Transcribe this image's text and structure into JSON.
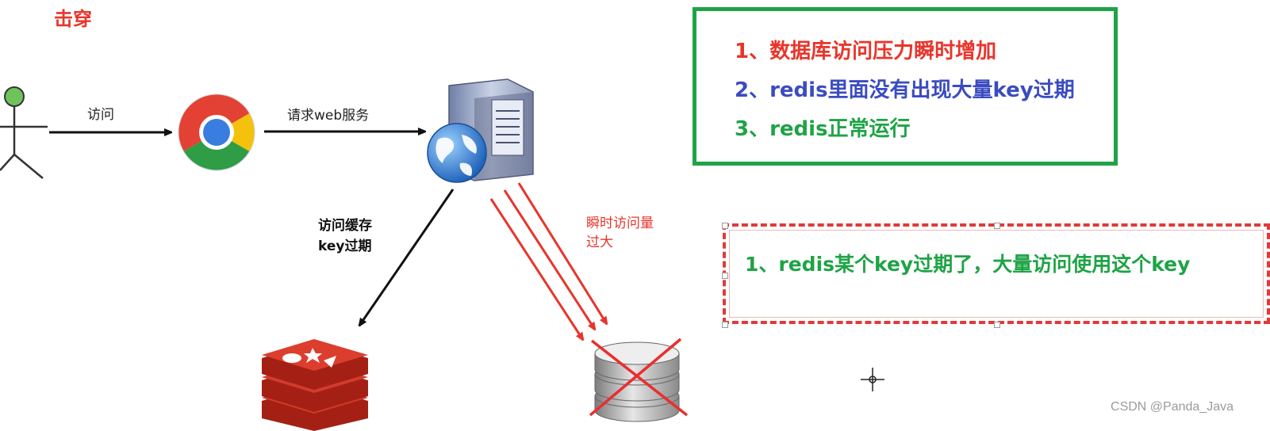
{
  "title": "击穿",
  "edges": {
    "visit": "访问",
    "request_web": "请求web服务",
    "cache_line1": "访问缓存",
    "cache_line2": "key过期",
    "burst_line1": "瞬时访问量",
    "burst_line2": "过大"
  },
  "panel_effects": {
    "items": [
      {
        "text": "1、数据库访问压力瞬时增加",
        "color": "#e8352b"
      },
      {
        "text": "2、redis里面没有出现大量key过期",
        "color": "#3b4cc0"
      },
      {
        "text": "3、redis正常运行",
        "color": "#1fa346"
      }
    ]
  },
  "panel_cause": {
    "text": "1、redis某个key过期了，大量访问使用这个key"
  },
  "watermark": "CSDN @Panda_Java",
  "colors": {
    "red": "#e8352b",
    "green": "#1fa346",
    "blue": "#3b4cc0"
  },
  "icons": [
    "user-icon",
    "chrome-icon",
    "web-server-icon",
    "redis-icon",
    "database-icon",
    "cursor-crosshair-icon"
  ]
}
